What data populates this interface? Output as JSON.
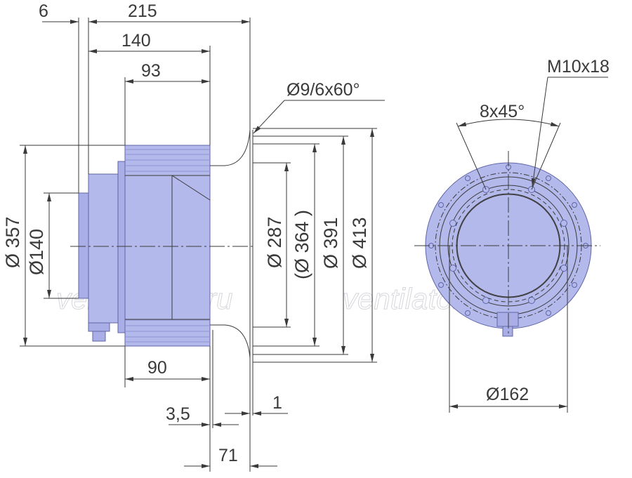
{
  "colors": {
    "body_fill": "#b4b9ec",
    "body_stroke": "#5f65a6",
    "line": "#3a3a3a",
    "watermark": "#d6d6dc"
  },
  "watermark": {
    "left": "ventilatorry.ru",
    "right": "ventilatorry.ru"
  },
  "side_view": {
    "dim_6": "6",
    "dim_215": "215",
    "dim_140": "140",
    "dim_93": "93",
    "dim_90": "90",
    "dim_3_5": "3,5",
    "dim_1": "1",
    "dim_71": "71",
    "dia_357": "Ø 357",
    "dia_140": "Ø140",
    "dia_287": "Ø 287",
    "dia_364": "(Ø 364 )",
    "dia_391": "Ø 391",
    "dia_413": "Ø 413",
    "hole_callout": "Ø9/6x60°"
  },
  "front_view": {
    "thread_callout": "M10x18",
    "angle_callout": "8x45°",
    "dia_162": "Ø162"
  }
}
